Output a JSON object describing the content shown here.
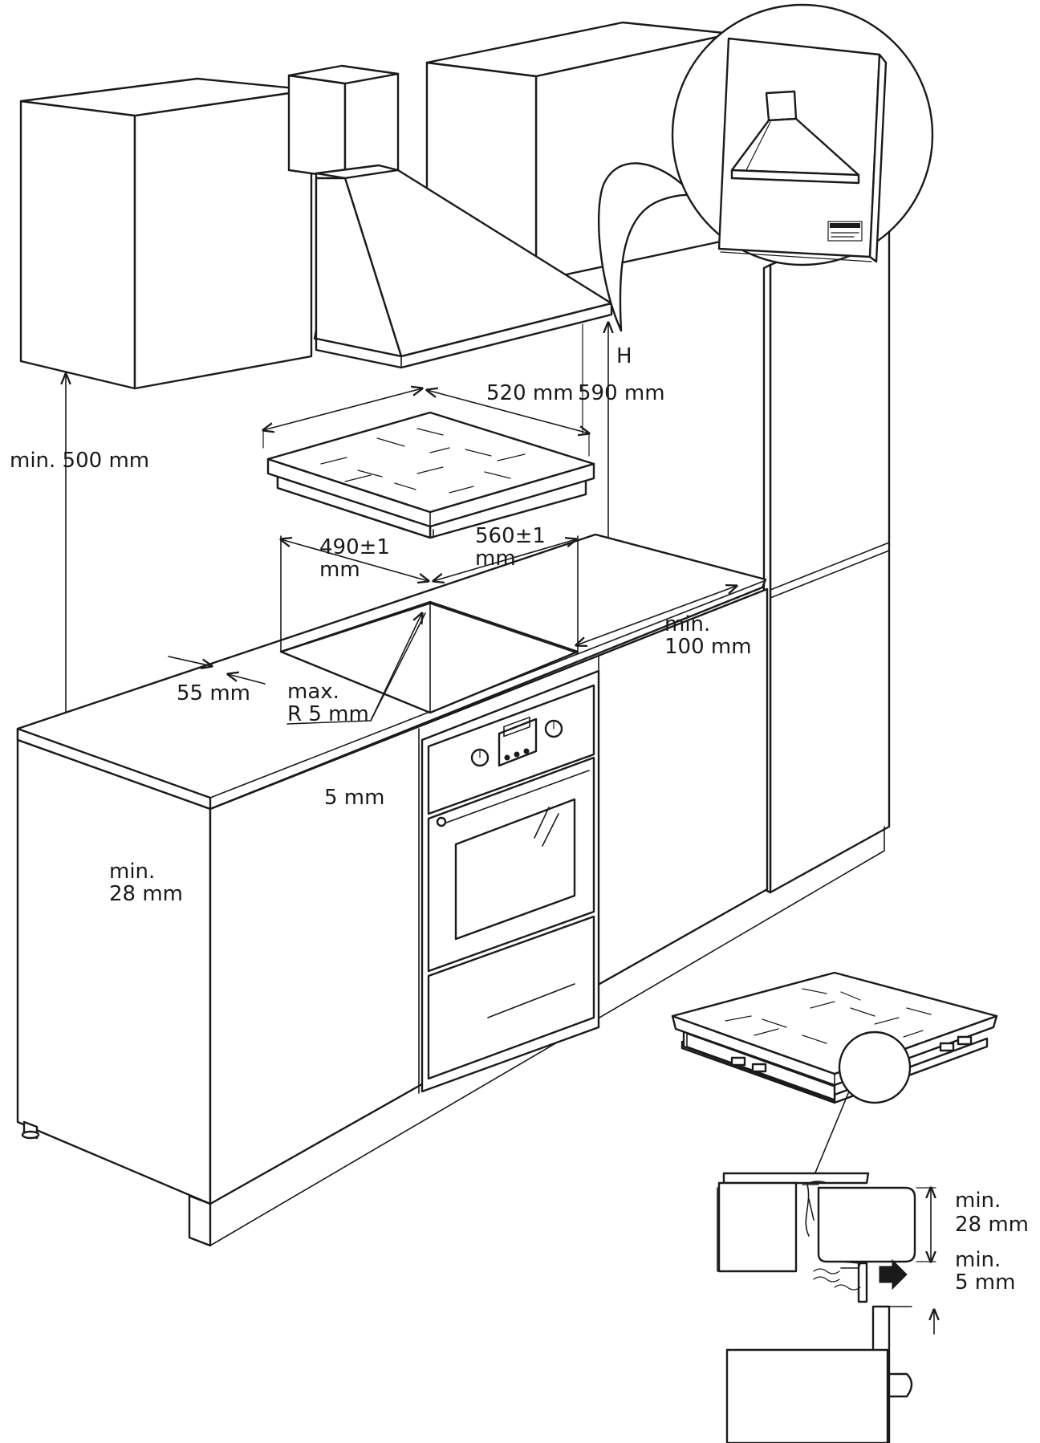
{
  "labels": {
    "wall_cabinet_gap": "min. 500 mm",
    "hood_height": "H",
    "hob_depth": "520 mm",
    "hob_width": "590 mm",
    "cutout_depth_line1": "490±1",
    "cutout_depth_line2": "mm",
    "cutout_width_line1": "560±1",
    "cutout_width_line2": "mm",
    "front_margin": "55 mm",
    "corner_radius_line1": "max.",
    "corner_radius_line2": "R 5 mm",
    "oven_gap": "5 mm",
    "worktop_thickness_line1": "min.",
    "worktop_thickness_line2": "28 mm",
    "side_margin_line1": "min.",
    "side_margin_line2": "100 mm",
    "detail_thickness_line1": "min.",
    "detail_thickness_line2": "28 mm",
    "detail_gap_line1": "min.",
    "detail_gap_line2": "5 mm"
  },
  "colors": {
    "line": "#1a1a1a",
    "fill": "#ffffff"
  },
  "icons": {
    "manual_book": "hood-manual-book-icon",
    "air_flow": "air-flow-arrow-icon"
  }
}
